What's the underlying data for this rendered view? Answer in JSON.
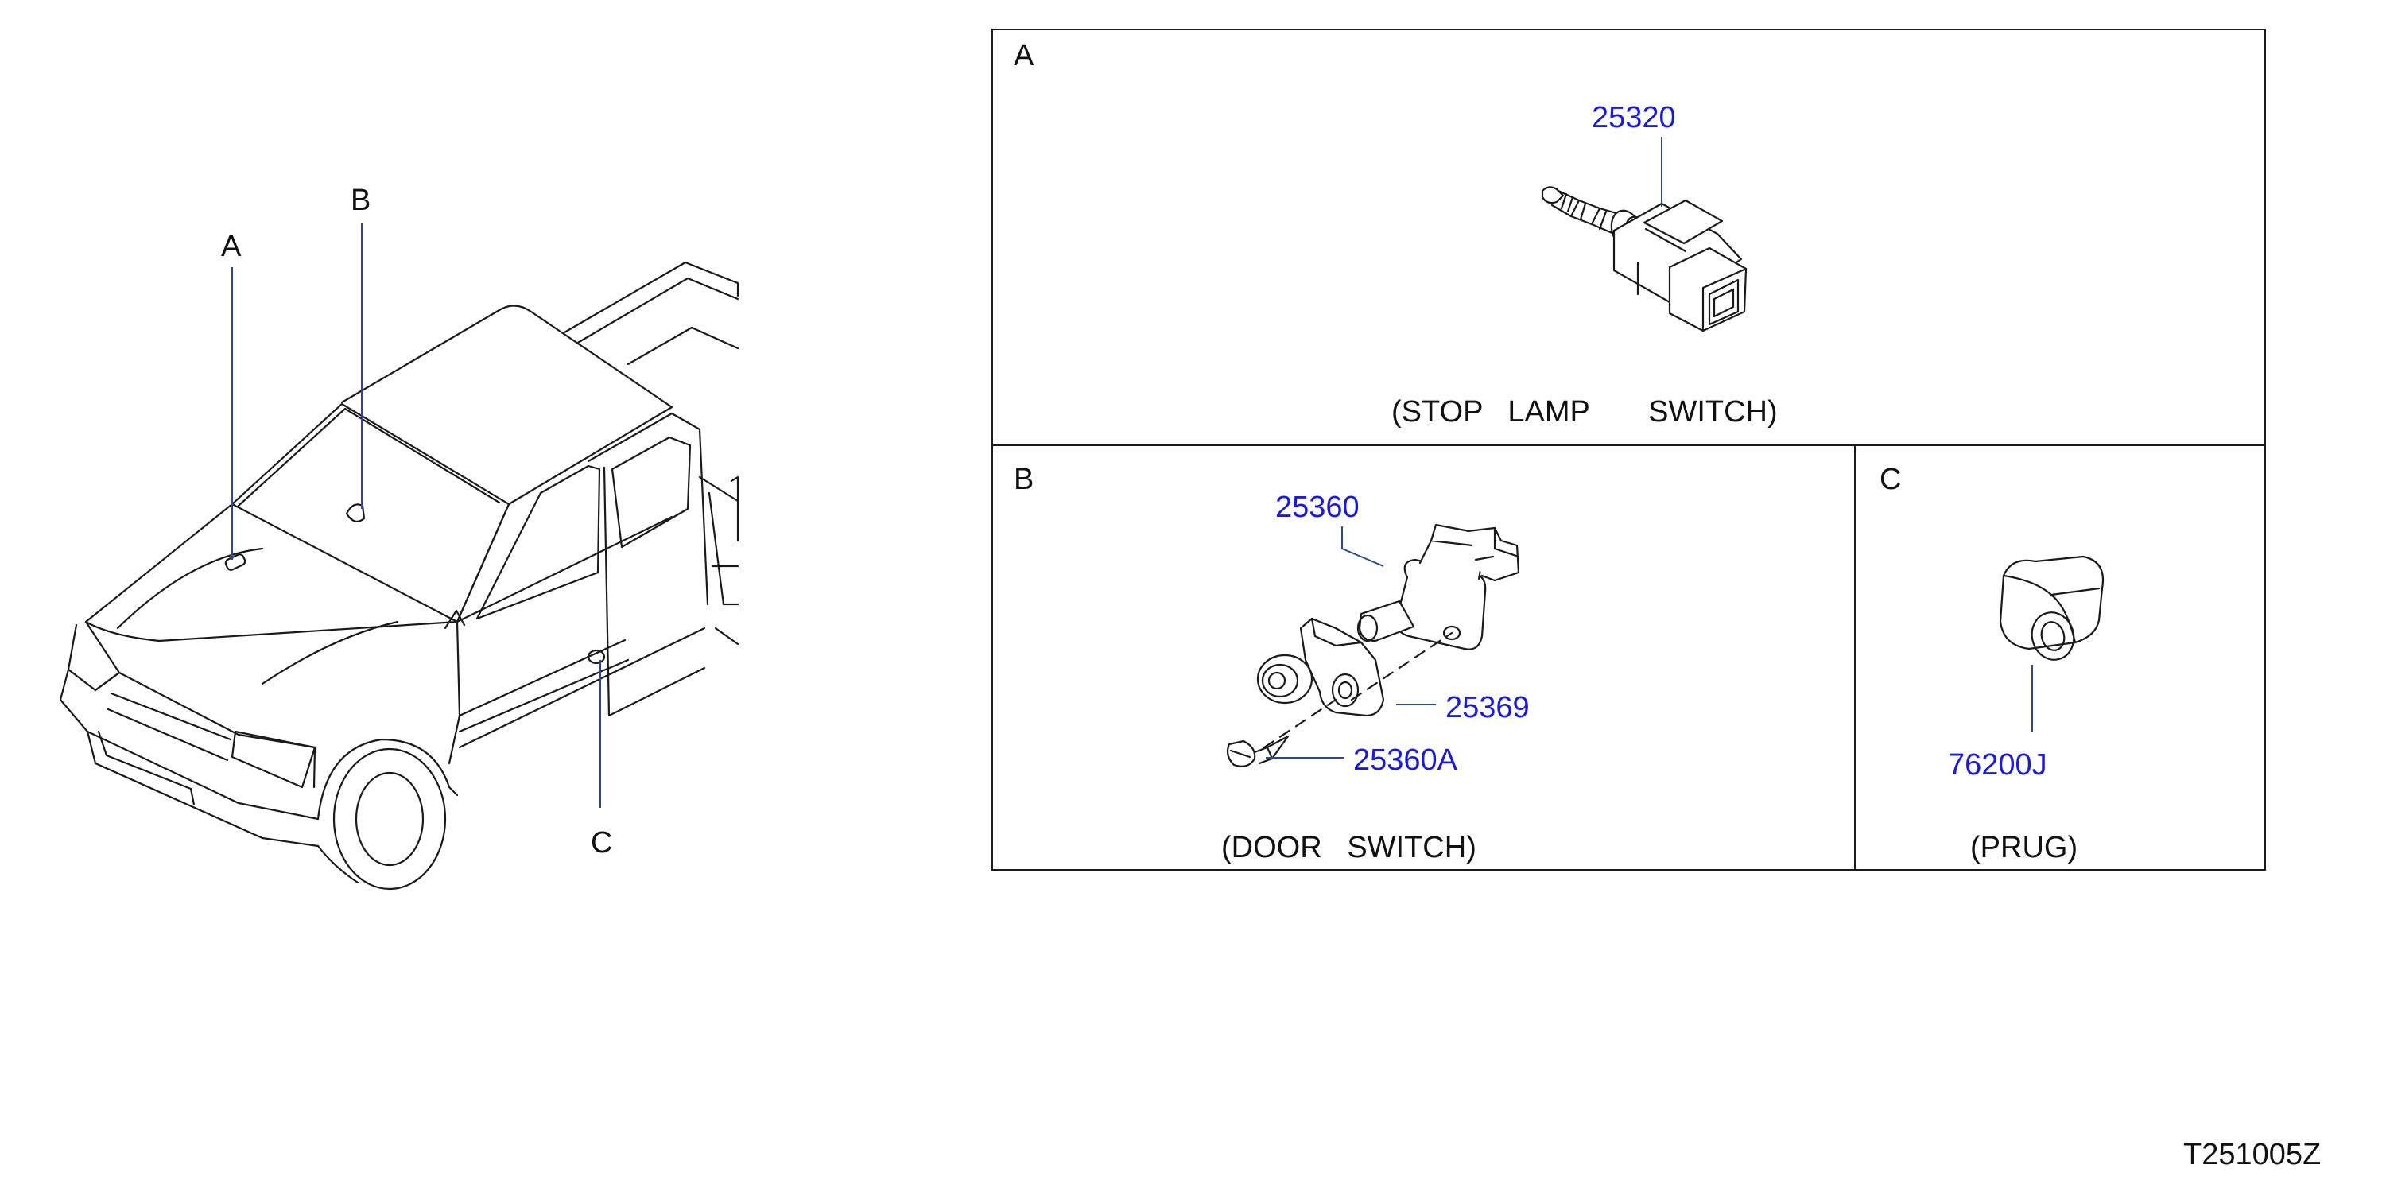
{
  "overview": {
    "callouts": [
      {
        "letter": "A"
      },
      {
        "letter": "B"
      },
      {
        "letter": "C"
      }
    ]
  },
  "panels": {
    "a": {
      "letter": "A",
      "part_numbers": [
        "25320"
      ],
      "caption": "(STOP   LAMP       SWITCH)"
    },
    "b": {
      "letter": "B",
      "part_numbers": [
        "25360",
        "25369",
        "25360A"
      ],
      "caption": "(DOOR   SWITCH)"
    },
    "c": {
      "letter": "C",
      "part_numbers": [
        "76200J"
      ],
      "caption": "(PRUG)"
    }
  },
  "figure_code": "T251005Z",
  "colors": {
    "part_number": "#1a1adc",
    "leader_line": "#2a4a8c",
    "ink": "#1a1a1a"
  }
}
